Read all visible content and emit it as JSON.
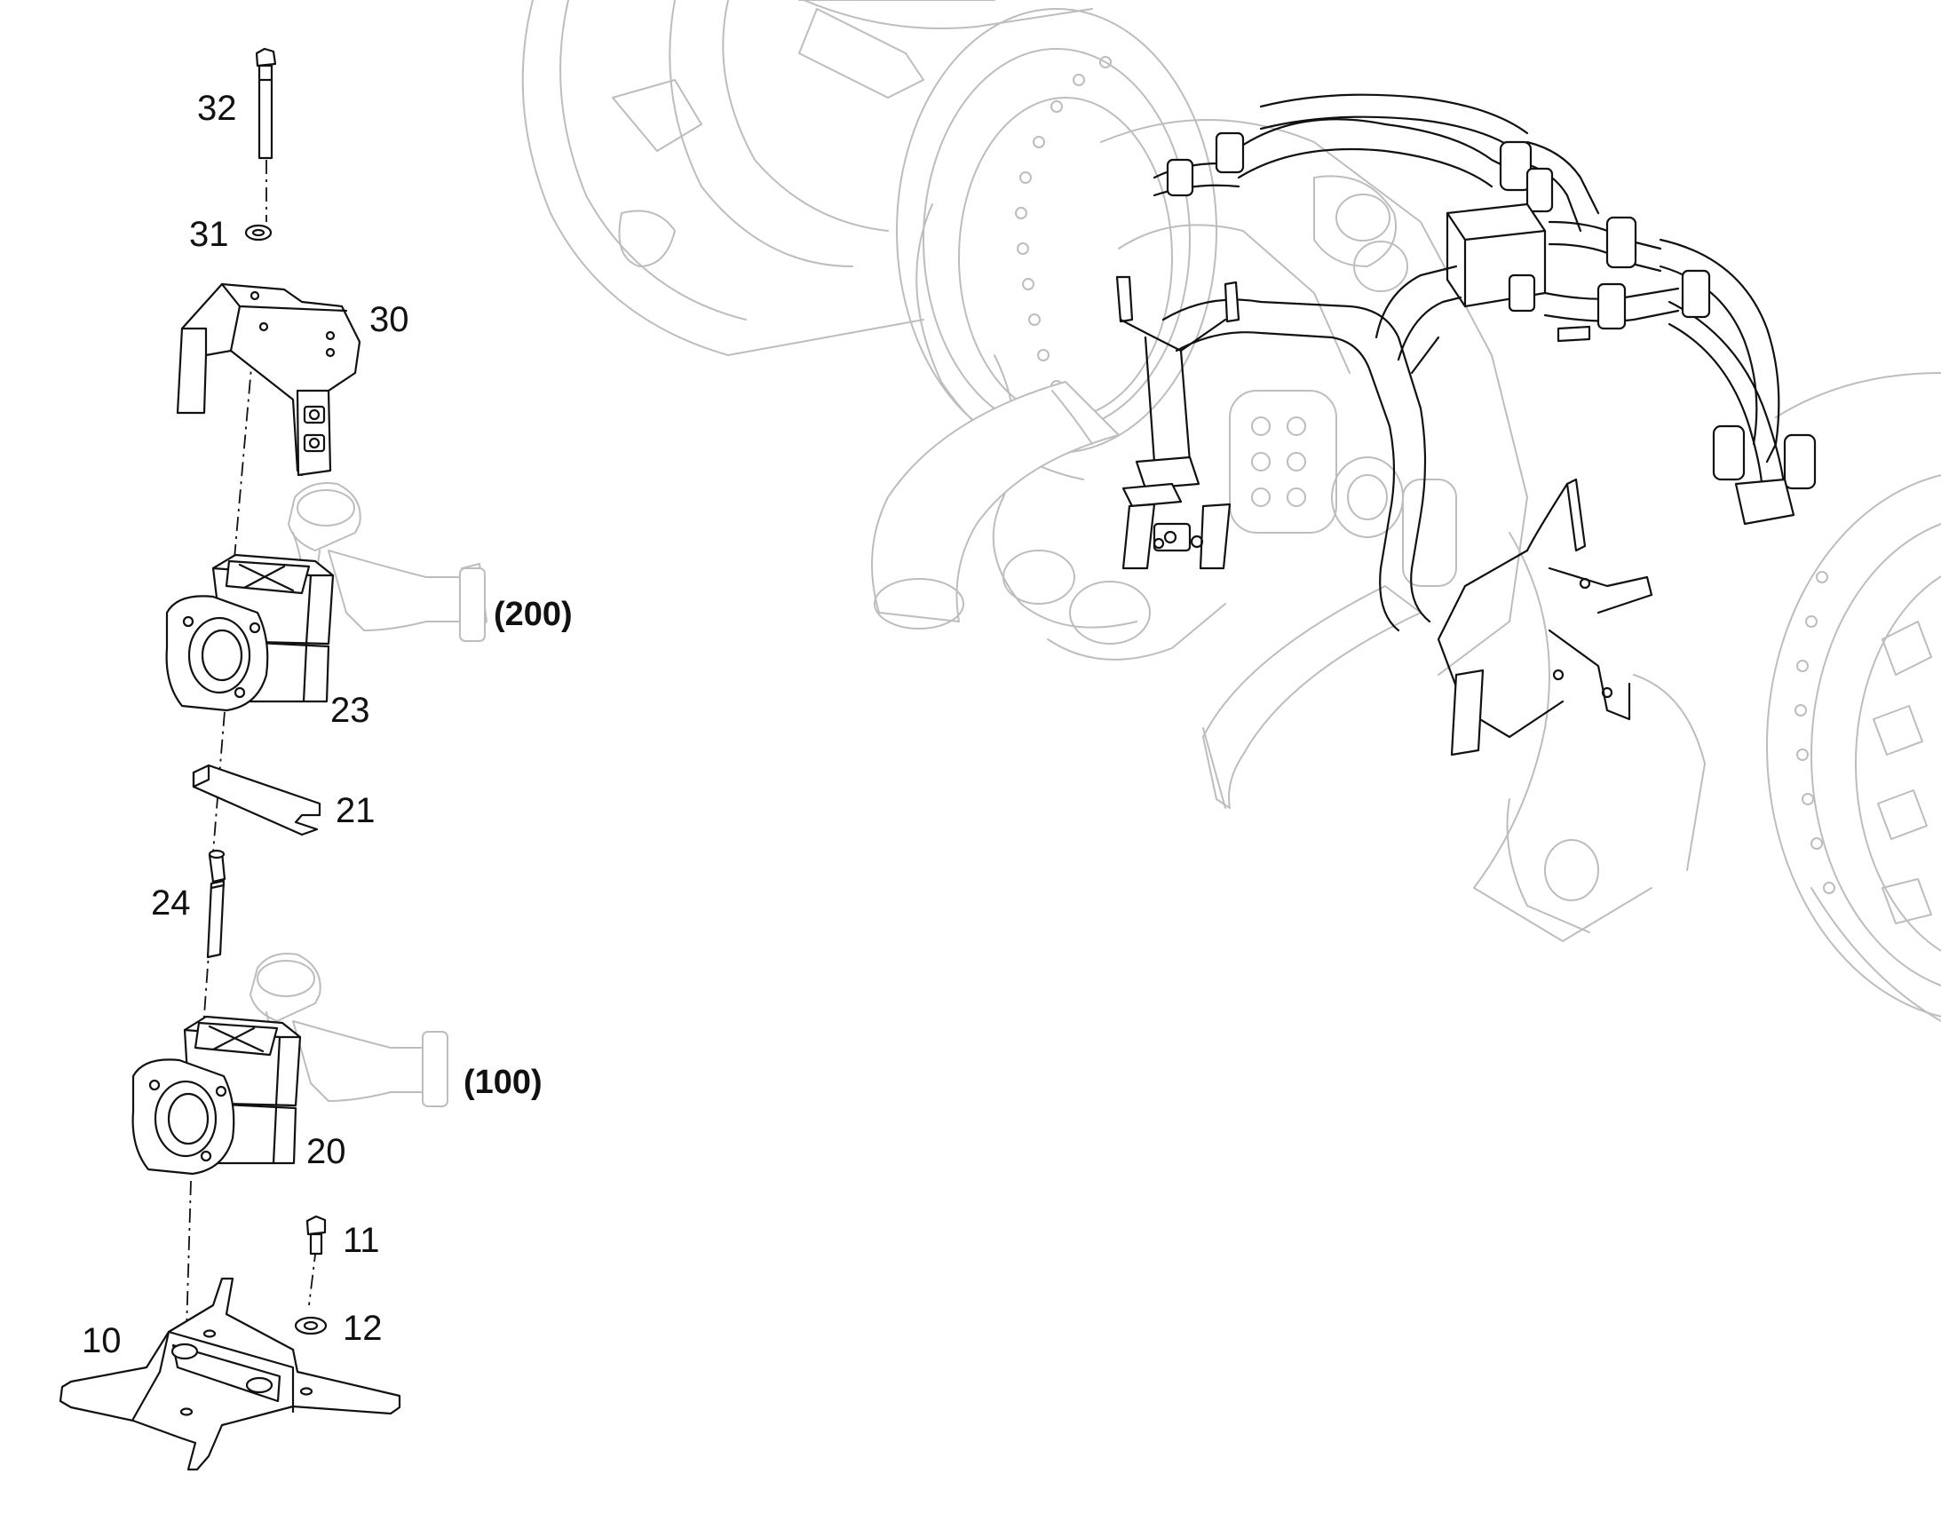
{
  "colors": {
    "ink": "#111111",
    "ghost": "#bdbdbd",
    "paper": "#ffffff"
  },
  "callouts": [
    {
      "id": "32",
      "label": "32"
    },
    {
      "id": "31",
      "label": "31"
    },
    {
      "id": "30",
      "label": "30"
    },
    {
      "id": "200",
      "label": "(200)"
    },
    {
      "id": "23",
      "label": "23"
    },
    {
      "id": "21",
      "label": "21"
    },
    {
      "id": "24",
      "label": "24"
    },
    {
      "id": "100",
      "label": "(100)"
    },
    {
      "id": "20",
      "label": "20"
    },
    {
      "id": "11",
      "label": "11"
    },
    {
      "id": "12",
      "label": "12"
    },
    {
      "id": "10",
      "label": "10"
    }
  ]
}
